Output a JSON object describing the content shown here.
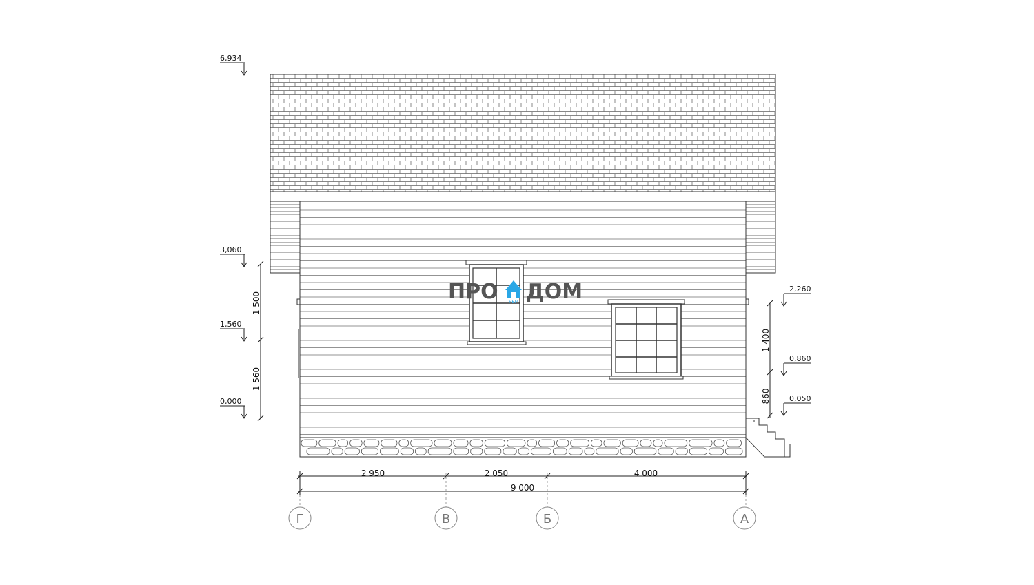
{
  "drawing": {
    "levels_left": [
      "6,934",
      "3,060",
      "1,560",
      "0,000"
    ],
    "levels_right": [
      "2,260",
      "0,860",
      "0,050"
    ],
    "dims_left": [
      "1 500",
      "1 560"
    ],
    "dims_right": [
      "1 400",
      "860"
    ],
    "dims_bottom": [
      "2 950",
      "2 050",
      "4 000"
    ],
    "dim_total": "9 000",
    "axes": [
      "Г",
      "В",
      "Б",
      "А"
    ],
    "watermark": {
      "left": "ПРО",
      "right": "ДОМ",
      "sub": "РЕМ"
    },
    "colors": {
      "line": "#222222",
      "accent": "#2aa7e6",
      "grid_axis": "#888888"
    }
  }
}
